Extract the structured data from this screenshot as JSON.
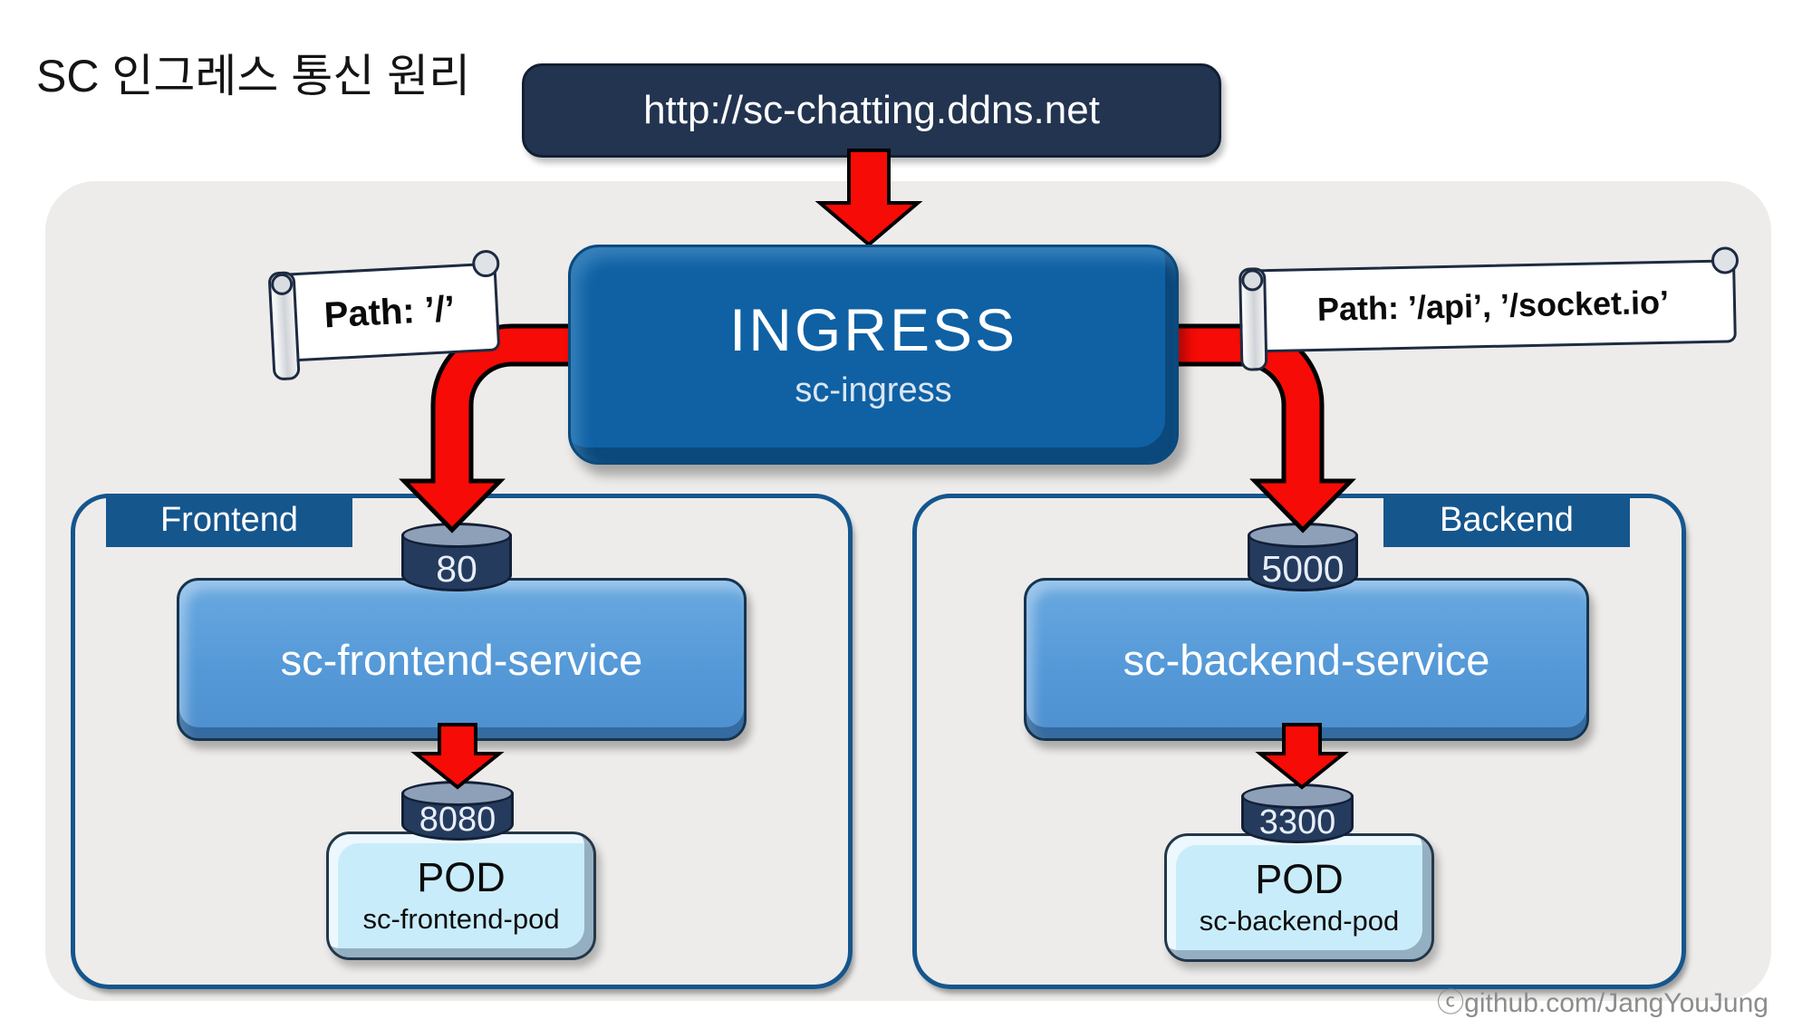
{
  "title": "SC 인그레스 통신 원리",
  "url_box": {
    "label": "http://sc-chatting.ddns.net"
  },
  "ingress": {
    "title": "INGRESS",
    "subtitle": "sc-ingress"
  },
  "path_labels": {
    "frontend": "Path: ’/’",
    "backend": "Path: ’/api’, ’/socket.io’"
  },
  "sections": [
    {
      "label": "Frontend",
      "service_port": "80",
      "service_name": "sc-frontend-service",
      "pod_port": "8080",
      "pod_title": "POD",
      "pod_name": "sc-frontend-pod"
    },
    {
      "label": "Backend",
      "service_port": "5000",
      "service_name": "sc-backend-service",
      "pod_port": "3300",
      "pod_title": "POD",
      "pod_name": "sc-backend-pod"
    }
  ],
  "footer": {
    "credit": "ⓒgithub.com/JangYouJung"
  },
  "colors": {
    "canvas_gray": "#EDECEA",
    "navy": "#22344F",
    "ingress_blue": "#0F61A4",
    "container_blue": "#15568D",
    "service_blue": "#5599D8",
    "pod_blue": "#C9ECFA",
    "cylinder_navy": "#243B5E",
    "cylinder_top": "#8E9FB8",
    "arrow_red": "#F60B06"
  }
}
